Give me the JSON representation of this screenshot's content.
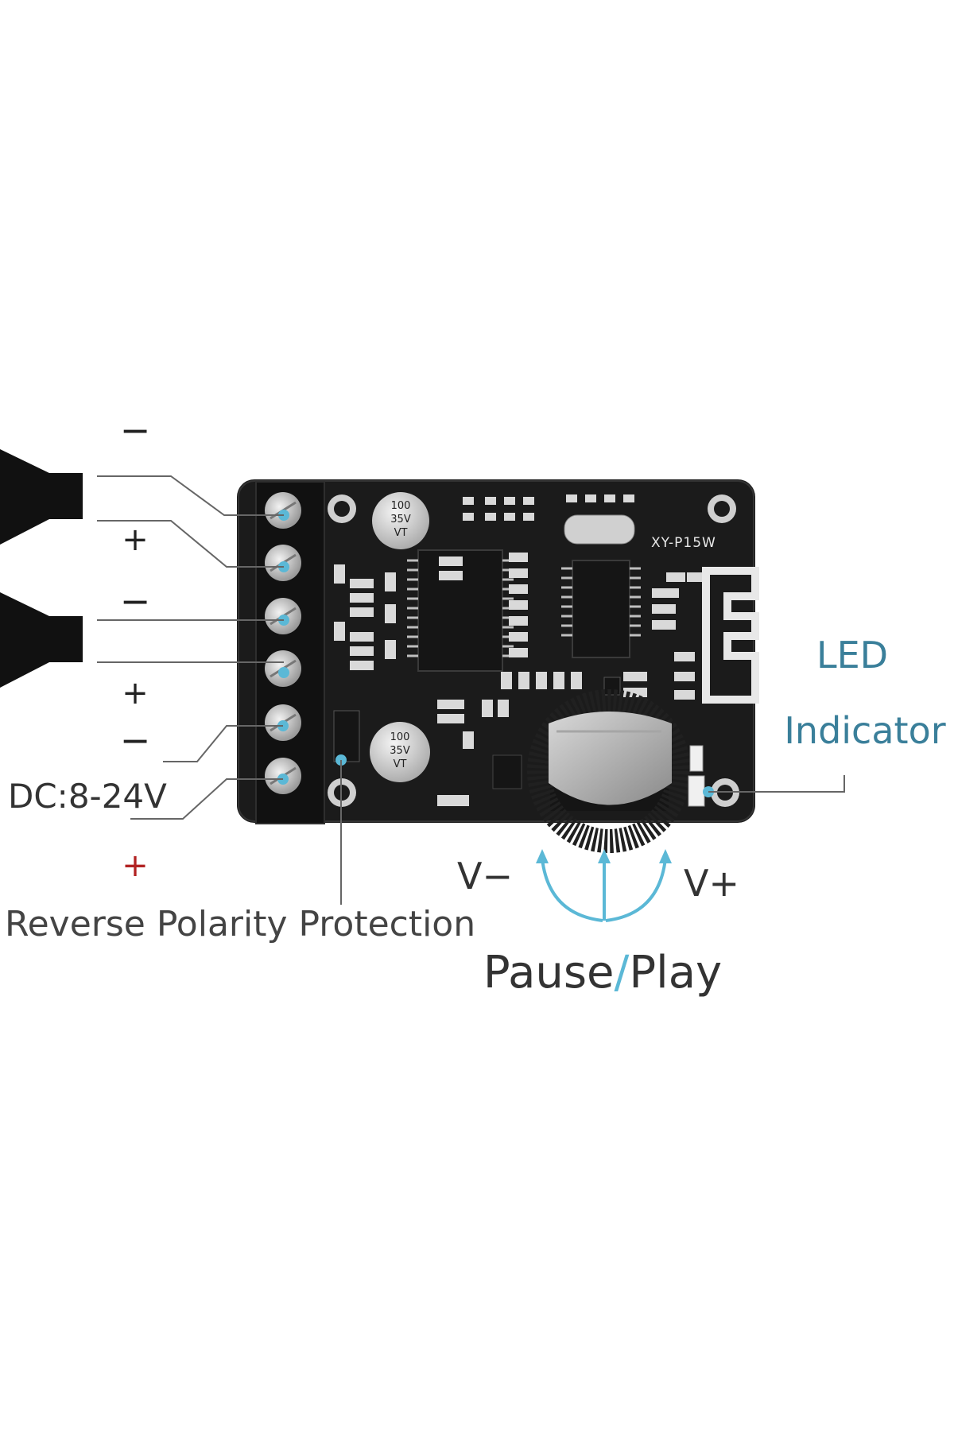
{
  "board": {
    "model": "XY-P15W",
    "capacitors": [
      {
        "line1": "100",
        "line2": "35V",
        "line3": "VT"
      },
      {
        "line1": "100",
        "line2": "35V",
        "line3": "VT"
      }
    ]
  },
  "speakers": [
    {
      "minus": "−",
      "plus": "+"
    },
    {
      "minus": "−",
      "plus": "+"
    }
  ],
  "power": {
    "minus": "−",
    "label": "DC:8-24V",
    "plus": "+"
  },
  "labels": {
    "reverse_polarity": "Reverse Polarity Protection",
    "led_line1": "LED",
    "led_line2": "Indicator",
    "v_minus": "V−",
    "v_plus": "V+",
    "pause": "Pause",
    "slash": "/",
    "play": "Play"
  },
  "colors": {
    "accent": "#5bb8d6",
    "text": "#333333",
    "led_text": "#3a7f9a",
    "plus_red": "#b22222",
    "board": "#1b1b1b"
  }
}
